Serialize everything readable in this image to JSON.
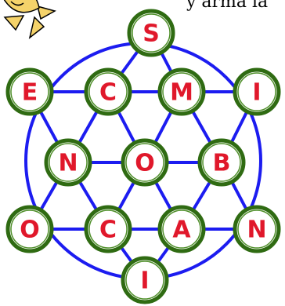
{
  "header": {
    "partial_text": "y arma la"
  },
  "colors": {
    "line": "#1c1cf0",
    "node_fill": "#ffffff",
    "node_ring": "#2f6b12",
    "letter": "#e0182b",
    "sun_fill": "#f5d36a",
    "sun_outline": "#000000"
  },
  "board": {
    "nodes": [
      {
        "id": "top",
        "letter": "S"
      },
      {
        "id": "upper-left",
        "letter": "E"
      },
      {
        "id": "upper-center-left",
        "letter": "C"
      },
      {
        "id": "upper-center-right",
        "letter": "M"
      },
      {
        "id": "upper-right",
        "letter": "I"
      },
      {
        "id": "middle-left",
        "letter": "N"
      },
      {
        "id": "center",
        "letter": "O"
      },
      {
        "id": "middle-right",
        "letter": "B"
      },
      {
        "id": "lower-left",
        "letter": "O"
      },
      {
        "id": "lower-center-left",
        "letter": "C"
      },
      {
        "id": "lower-center-right",
        "letter": "A"
      },
      {
        "id": "lower-right",
        "letter": "N"
      },
      {
        "id": "bottom",
        "letter": "I"
      }
    ]
  }
}
